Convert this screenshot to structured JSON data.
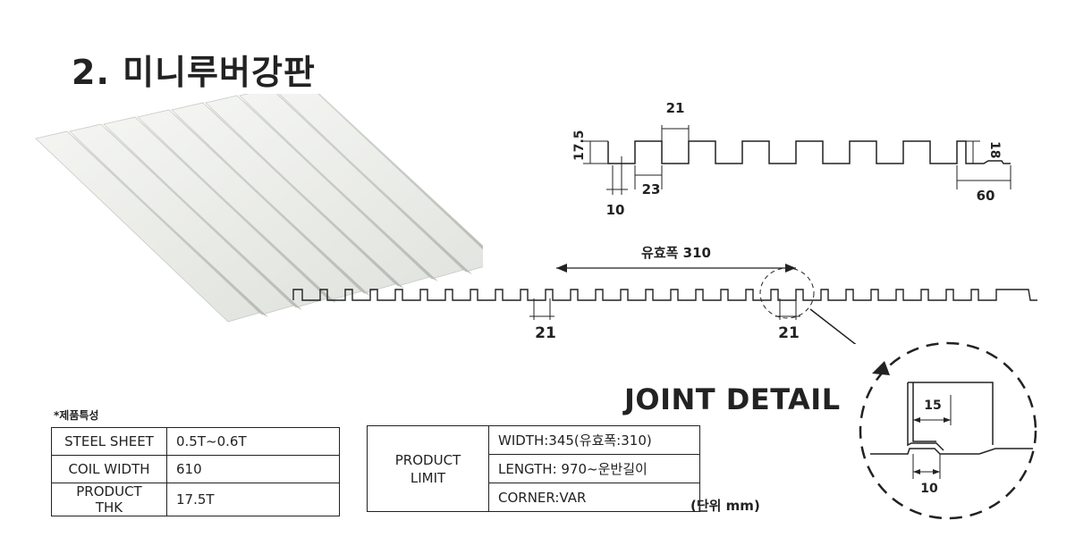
{
  "title": "2. 미니루버강판",
  "top_profile": {
    "dim_top": "21",
    "dim_height": "17.5",
    "dim_bottom_left": "10",
    "dim_trough": "23",
    "dim_right_height": "18",
    "dim_right_width": "60"
  },
  "full_profile": {
    "effective_width_label": "유효폭 310",
    "dim_left": "21",
    "dim_right": "21"
  },
  "joint": {
    "title": "JOINT DETAIL",
    "dim_top": "15",
    "dim_bottom": "10"
  },
  "features": {
    "caption": "*제품특성",
    "rows": [
      {
        "label": "STEEL SHEET",
        "value": "0.5T~0.6T"
      },
      {
        "label": "COIL WIDTH",
        "value": "610"
      },
      {
        "label": "PRODUCT THK",
        "value": "17.5T"
      }
    ]
  },
  "product_limit": {
    "label": "PRODUCT\nLIMIT",
    "rows": [
      "WIDTH:345(유효폭:310)",
      "LENGTH: 970~운반길이",
      "CORNER:VAR"
    ]
  },
  "unit_note": "(단위 mm)"
}
